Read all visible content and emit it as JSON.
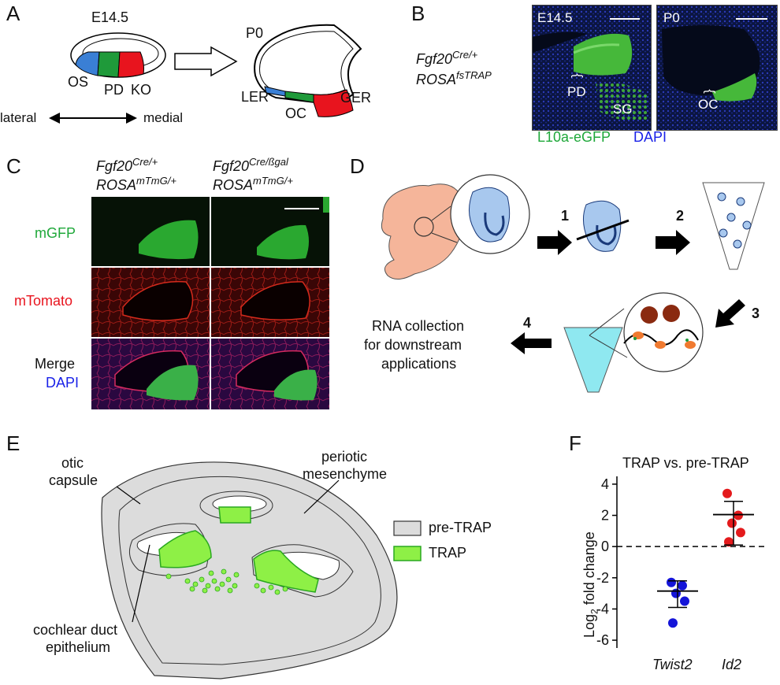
{
  "panels": {
    "A": {
      "letter": "A",
      "stage_left": "E14.5",
      "stage_right": "P0",
      "regions_left": [
        "OS",
        "PD",
        "KO"
      ],
      "regions_right": [
        "LER",
        "OC",
        "GER"
      ],
      "axis_left": "lateral",
      "axis_right": "medial",
      "colors": {
        "os": "#3a7fd5",
        "pd": "#1f9a3a",
        "ko": "#e8141e"
      }
    },
    "B": {
      "letter": "B",
      "genotype_line1_base": "Fgf20",
      "genotype_line1_sup": "Cre/+",
      "genotype_line2_base": "ROSA",
      "genotype_line2_sup": "fsTRAP",
      "image1_stage": "E14.5",
      "image1_labels": [
        "PD",
        "SG"
      ],
      "image2_stage": "P0",
      "image2_label": "OC",
      "legend_green": "L10a-eGFP",
      "legend_blue": "DAPI"
    },
    "C": {
      "letter": "C",
      "col1_line1_base": "Fgf20",
      "col1_line1_sup": "Cre/+",
      "col1_line2_base": "ROSA",
      "col1_line2_sup": "mTmG/+",
      "col2_line1_base": "Fgf20",
      "col2_line1_sup": "Cre/ßgal",
      "col2_line2_base": "ROSA",
      "col2_line2_sup": "mTmG/+",
      "row_mgfp": "mGFP",
      "row_mtomato": "mTomato",
      "row_merge": "Merge",
      "row_dapi": "DAPI"
    },
    "D": {
      "letter": "D",
      "steps": [
        "1",
        "2",
        "3",
        "4"
      ],
      "rna_line1": "RNA collection",
      "rna_line2": "for downstream",
      "rna_line3": "applications"
    },
    "E": {
      "letter": "E",
      "otic_line1": "otic",
      "otic_line2": "capsule",
      "peri_line1": "periotic",
      "peri_line2": "mesenchyme",
      "coch_line1": "cochlear duct",
      "coch_line2": "epithelium",
      "legend_pre": "pre-TRAP",
      "legend_trap": "TRAP"
    },
    "F": {
      "letter": "F"
    }
  },
  "chart_data": {
    "type": "scatter",
    "title": "TRAP vs. pre-TRAP",
    "ylabel_base": "Log",
    "ylabel_sub": "2",
    "ylabel_rest": " fold change",
    "ylim": [
      -6.5,
      4.5
    ],
    "yticks": [
      -6,
      -4,
      -2,
      0,
      2,
      4
    ],
    "ytick_labels": [
      "-6",
      "-4",
      "-2",
      "0",
      "2",
      "4"
    ],
    "reference_line": 0,
    "categories": [
      "Twist2",
      "Id2"
    ],
    "series": [
      {
        "category": "Twist2",
        "color": "#1515d8",
        "points": [
          -2.3,
          -2.5,
          -3.0,
          -3.5,
          -4.9
        ],
        "mean": -2.85,
        "err_upper": -2.2,
        "err_lower": -3.9
      },
      {
        "category": "Id2",
        "color": "#e41a1c",
        "points": [
          3.4,
          2.0,
          1.5,
          0.9,
          0.3
        ],
        "mean": 2.05,
        "err_upper": 2.9,
        "err_lower": 0.1
      }
    ]
  }
}
